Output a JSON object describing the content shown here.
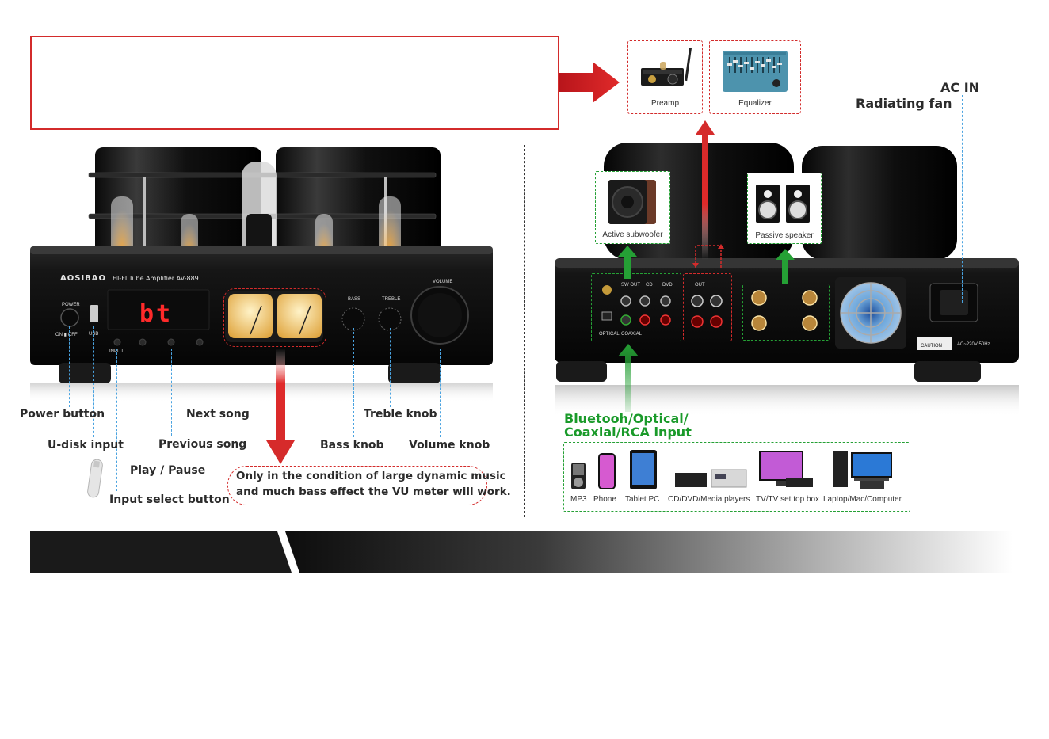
{
  "top_banner": {
    "text": ""
  },
  "connected_devices": [
    {
      "label": "Preamp"
    },
    {
      "label": "Equalizer"
    }
  ],
  "front_panel": {
    "brand": "AOSIBAO",
    "model": "HI-FI Tube Amplifier AV-889",
    "display_text": "bt",
    "power_label": "POWER",
    "on_off_label": "ON ▮ OFF",
    "usb_label": "USB",
    "input_label": "INPUT",
    "bass_label": "BASS",
    "treble_label": "TREBLE",
    "volume_label": "VOLUME"
  },
  "front_labels": {
    "power_button": "Power button",
    "u_disk_input": "U-disk input",
    "play_pause": "Play / Pause",
    "input_select": "Input select button",
    "previous_song": "Previous song",
    "next_song": "Next song",
    "bass_knob": "Bass knob",
    "treble_knob": "Treble knob",
    "volume_knob": "Volume knob"
  },
  "vu_note": {
    "line1": "Only in the condition of large dynamic music",
    "line2": "and much bass effect the VU meter will work."
  },
  "rear_labels": {
    "ac_in": "AC IN",
    "radiating_fan": "Radiating fan",
    "active_subwoofer": "Active subwoofer",
    "passive_speaker": "Passive speaker",
    "input_line1": "Bluetooh/Optical/",
    "input_line2": "Coaxial/RCA input"
  },
  "rear_panel": {
    "sw_out": "SW OUT",
    "cd": "CD",
    "dvd": "DVD",
    "out": "OUT",
    "optical": "OPTICAL",
    "coaxial": "COAXIAL",
    "caution": "CAUTION",
    "ac_rating": "AC~220V 50Hz"
  },
  "sources": [
    {
      "label": "MP3"
    },
    {
      "label": "Phone"
    },
    {
      "label": "Tablet PC"
    },
    {
      "label": "CD/DVD/Media players"
    },
    {
      "label": "TV/TV set top box"
    },
    {
      "label": "Laptop/Mac/Computer"
    }
  ],
  "colors": {
    "red": "#d32b2b",
    "green": "#25a035",
    "blue_leader": "#4aa3e0",
    "panel_black": "#111111"
  }
}
